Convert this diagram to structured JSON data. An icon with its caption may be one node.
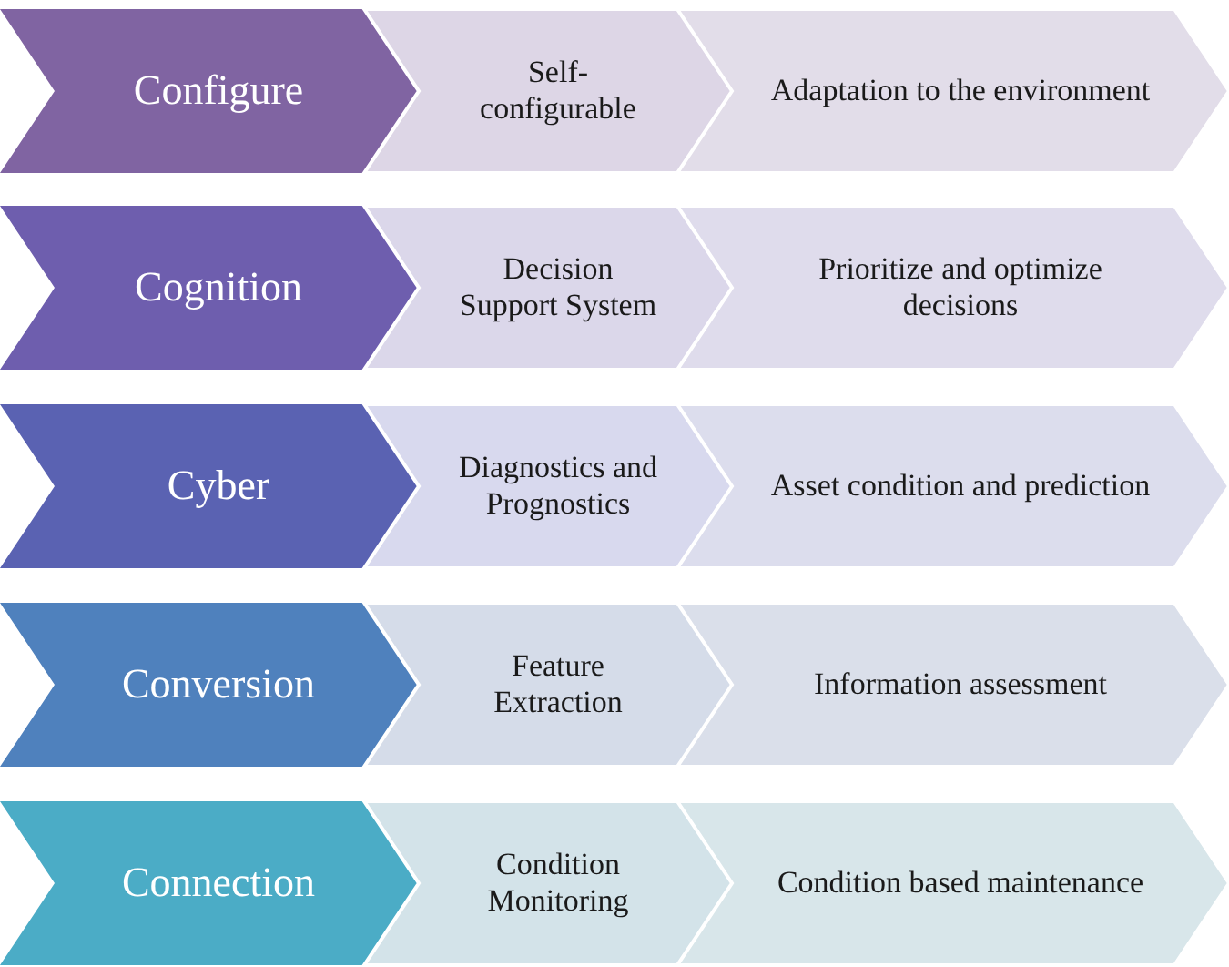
{
  "diagram": {
    "nodes": [
      {
        "text": [
          "Configure"
        ]
      },
      {
        "text": [
          "Self-configurable"
        ]
      },
      {
        "text": [
          "Adaptation to the environment"
        ]
      },
      {
        "text": [
          "Cognition"
        ]
      },
      {
        "text": [
          "Decision Support System"
        ]
      },
      {
        "text": [
          "Prioritize and optimize decisions"
        ]
      },
      {
        "text": [
          "Cyber"
        ]
      },
      {
        "text": [
          "Diagnostics and Prognostics"
        ]
      },
      {
        "text": [
          "Asset condition and prediction"
        ]
      },
      {
        "text": [
          "Conversion"
        ]
      },
      {
        "text": [
          "Feature Extraction"
        ]
      },
      {
        "text": [
          "Information assessment"
        ]
      },
      {
        "text": [
          "Connection"
        ]
      },
      {
        "text": [
          "Condition Monitoring"
        ]
      },
      {
        "text": [
          "Condition based maintenance"
        ]
      }
    ]
  }
}
